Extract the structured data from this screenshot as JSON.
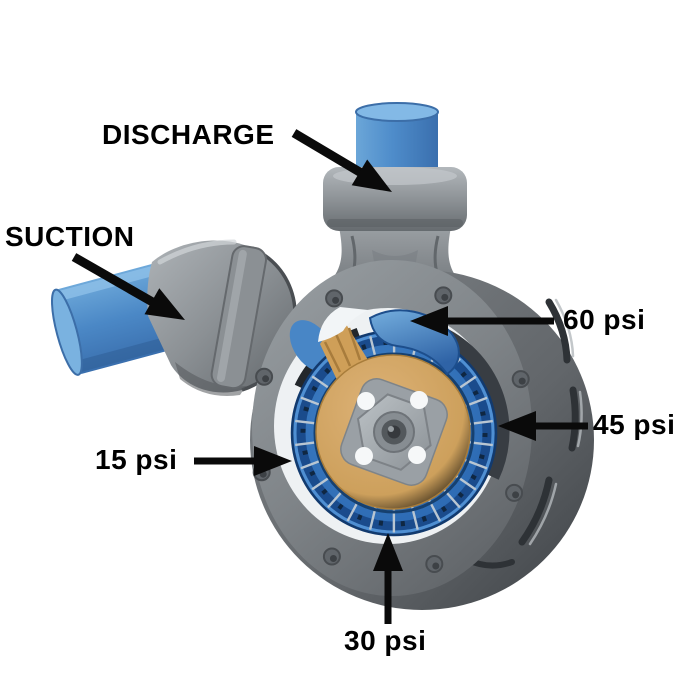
{
  "labels": {
    "discharge": "DISCHARGE",
    "suction": "SUCTION"
  },
  "annotations": {
    "discharge": {
      "label": "DISCHARGE",
      "points_to": "discharge collar at top of pump"
    },
    "suction": {
      "label": "SUCTION",
      "points_to": "suction elbow at left of pump"
    },
    "pressures": [
      {
        "label": "60 psi",
        "points_to": "volute discharge throat, top of impeller"
      },
      {
        "label": "45 psi",
        "points_to": "impeller rim, right side"
      },
      {
        "label": "15 psi",
        "points_to": "impeller rim, left side"
      },
      {
        "label": "30 psi",
        "points_to": "impeller rim, bottom"
      }
    ]
  },
  "colors": {
    "background": "#ffffff",
    "label_text": "#000000",
    "arrow": "#0a0a0a",
    "pipe_blue": "#4e8cca",
    "casing_gray": "#85898d",
    "flange_gray": "#7f8488",
    "water_blue": "#2d6bb4",
    "impeller_tan": "#cda05c",
    "bore_highlight": "#eef1f3"
  }
}
